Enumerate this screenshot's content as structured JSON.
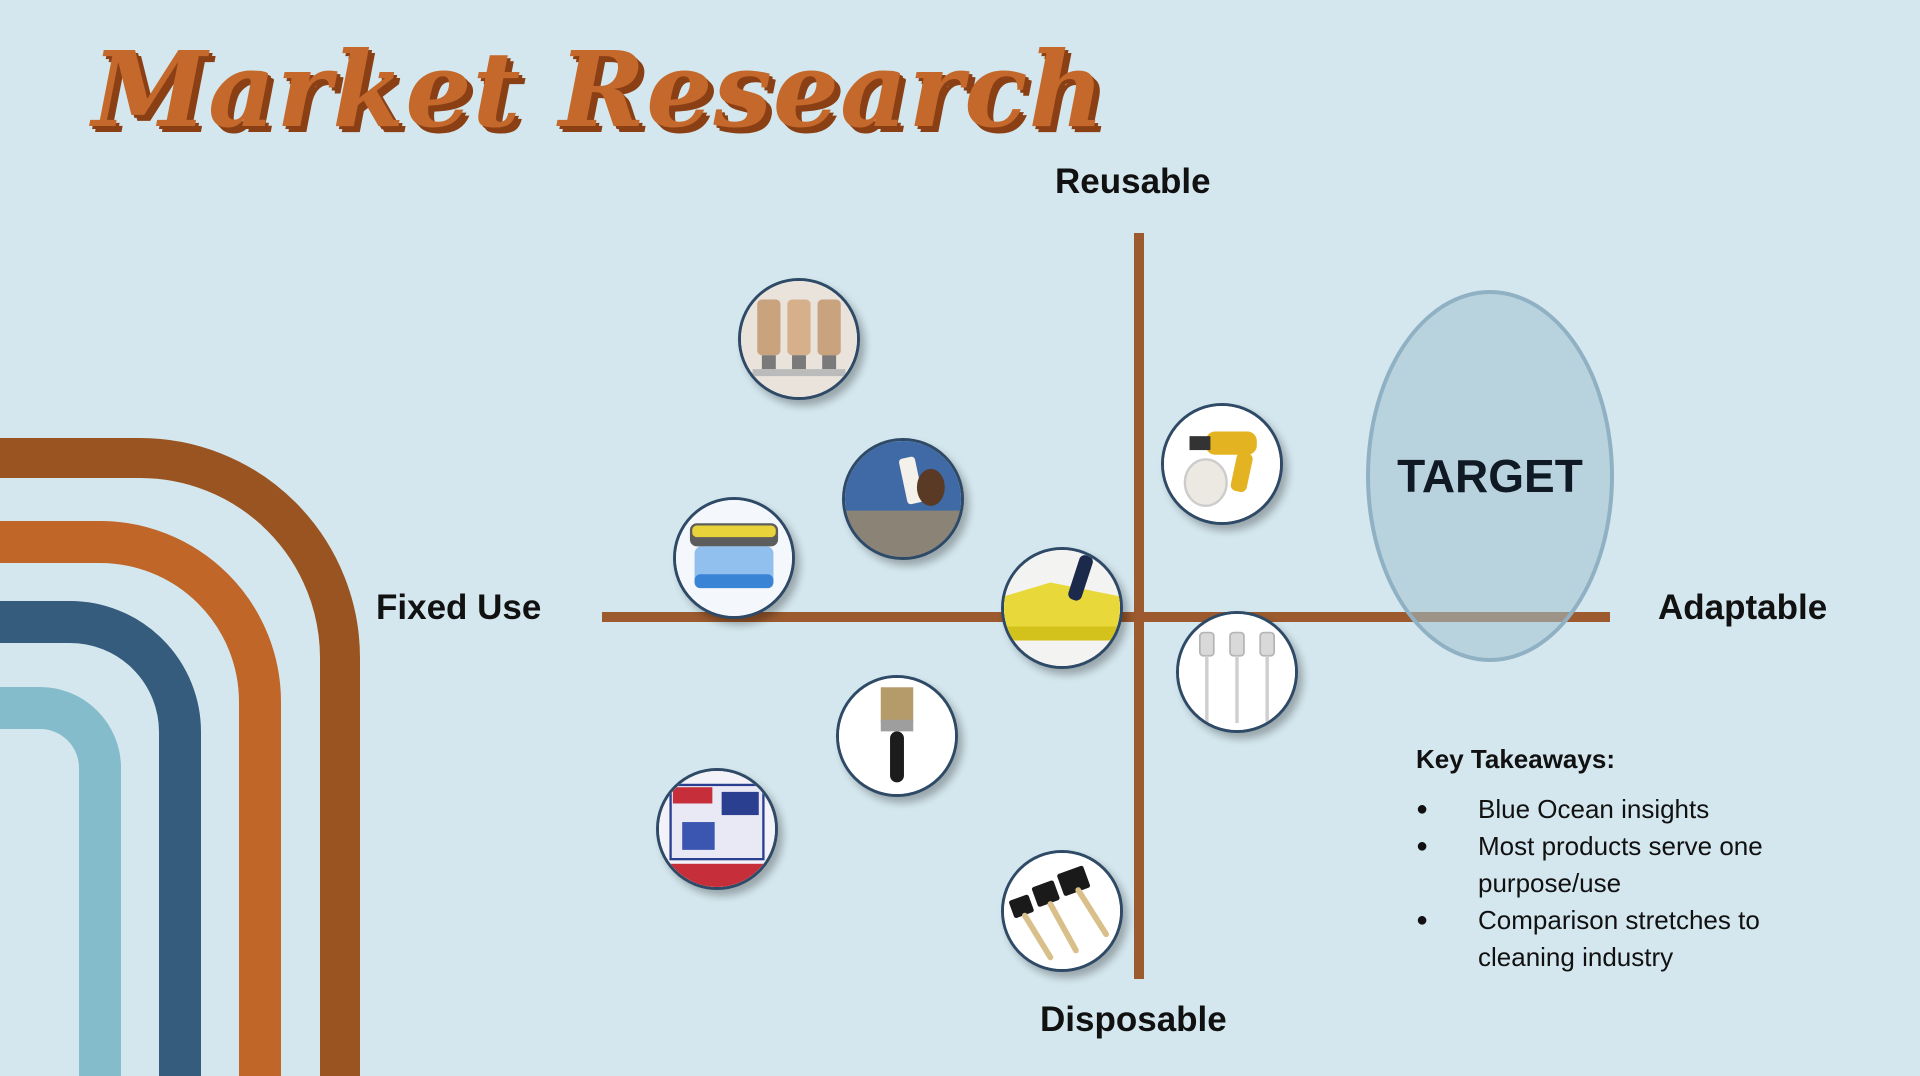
{
  "title": "Market Research",
  "axes": {
    "top": "Reusable",
    "bottom": "Disposable",
    "left": "Fixed Use",
    "right": "Adaptable"
  },
  "target": {
    "label": "TARGET"
  },
  "products": [
    {
      "icon": "soap-dispenser-triple-icon"
    },
    {
      "icon": "glue-bottle-icon"
    },
    {
      "icon": "soap-pump-dispenser-icon"
    },
    {
      "icon": "paint-sprayer-icon"
    },
    {
      "icon": "sponge-mop-icon"
    },
    {
      "icon": "pump-bottles-icon"
    },
    {
      "icon": "paintbrush-icon"
    },
    {
      "icon": "wiping-cloths-icon"
    },
    {
      "icon": "foam-brushes-icon"
    }
  ],
  "takeaways": {
    "heading": "Key Takeaways:",
    "items": [
      "Blue Ocean insights",
      "Most products serve one purpose/use",
      "Comparison stretches to cleaning industry"
    ]
  },
  "colors": {
    "background": "#d4e7ee",
    "axis": "#9c5a2e",
    "title": "#c4692b",
    "arc_dark_brown": "#9a5422",
    "arc_orange": "#bf6628",
    "arc_navy": "#355b7d",
    "arc_light_blue": "#84bccb"
  }
}
